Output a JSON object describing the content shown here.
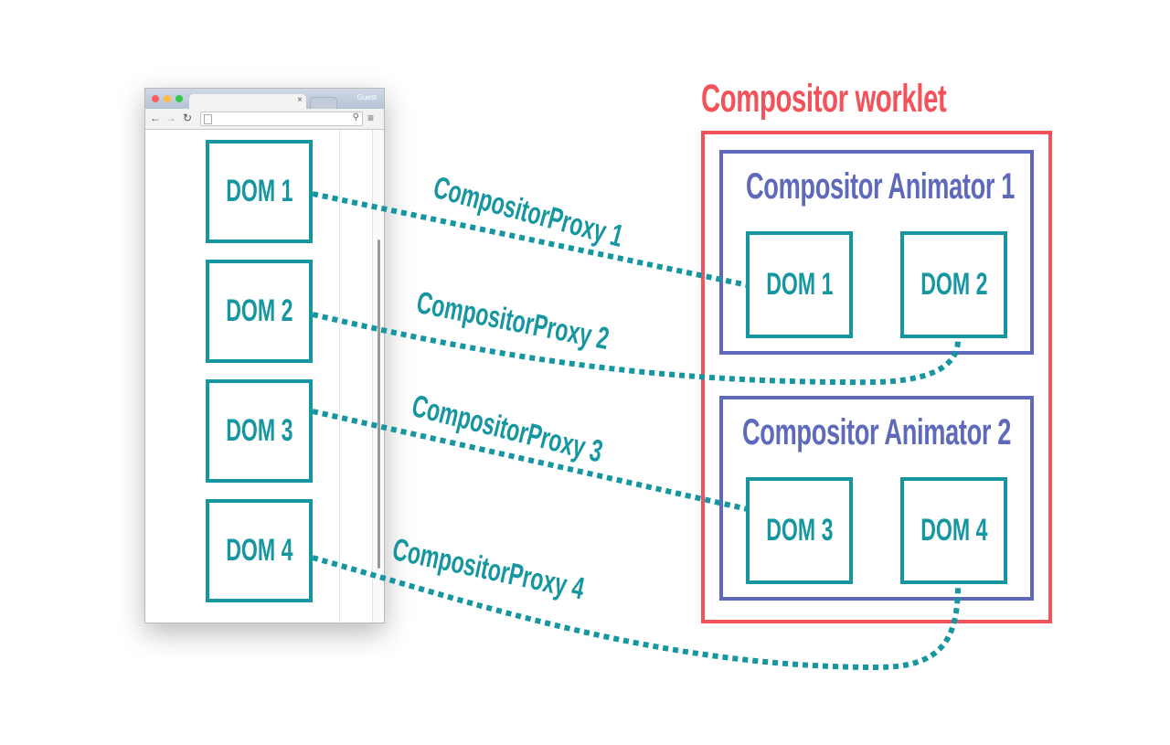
{
  "browser": {
    "guest_label": "Guest",
    "tab_close": "×",
    "nav": {
      "back": "←",
      "forward": "→",
      "reload": "↻",
      "menu": "≡",
      "zoom": "⚲"
    },
    "traffic_lights": {
      "close": "#fc605c",
      "minimize": "#fdbc40",
      "maximize": "#34c84a"
    }
  },
  "page_doms": [
    {
      "label": "DOM 1"
    },
    {
      "label": "DOM 2"
    },
    {
      "label": "DOM 3"
    },
    {
      "label": "DOM 4"
    }
  ],
  "worklet": {
    "title": "Compositor worklet",
    "color": "#f25259",
    "animators": [
      {
        "title": "Compositor Animator 1",
        "doms": [
          "DOM 1",
          "DOM 2"
        ]
      },
      {
        "title": "Compositor Animator 2",
        "doms": [
          "DOM 3",
          "DOM 4"
        ]
      }
    ]
  },
  "proxies": [
    {
      "label": "CompositorProxy 1"
    },
    {
      "label": "CompositorProxy 2"
    },
    {
      "label": "CompositorProxy 3"
    },
    {
      "label": "CompositorProxy 4"
    }
  ],
  "colors": {
    "teal": "#1596a0",
    "animator": "#5f69bb",
    "worklet": "#f25259"
  }
}
